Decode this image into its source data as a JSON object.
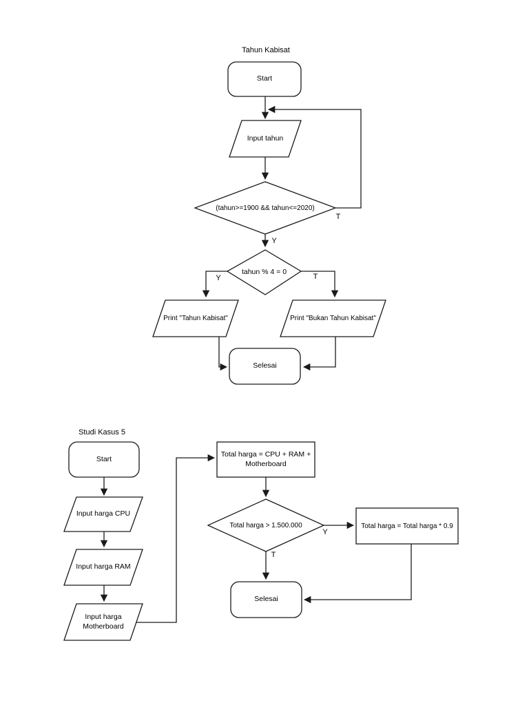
{
  "page": {
    "background": "#ffffff"
  },
  "colors": {
    "stroke": "#1a1a1a",
    "shape_fill": "#ffffff",
    "text": "#000000"
  },
  "flowchart1": {
    "title": "Tahun Kabisat",
    "nodes": {
      "start": "Start",
      "input_tahun": "Input tahun",
      "decision_range": "(tahun>=1900 && tahun<=2020)",
      "decision_mod": "tahun % 4 = 0",
      "print_kabisat": "Print \"Tahun Kabisat\"",
      "print_bukan": "Print \"Bukan Tahun Kabisat\"",
      "end": "Selesai"
    },
    "branch_labels": {
      "range_false": "T",
      "range_true": "Y",
      "mod_true": "Y",
      "mod_false": "T"
    }
  },
  "flowchart2": {
    "title": "Studi Kasus 5",
    "nodes": {
      "start": "Start",
      "input_cpu": "Input harga CPU",
      "input_ram": "Input harga RAM",
      "input_motherboard_line1": "Input harga",
      "input_motherboard_line2": "Motherboard",
      "process_total_line1": "Total harga = CPU + RAM +",
      "process_total_line2": "Motherboard",
      "decision_total": "Total harga > 1.500.000",
      "process_discount": "Total harga = Total harga * 0.9",
      "end": "Selesai"
    },
    "branch_labels": {
      "discount_true": "Y",
      "discount_false": "T"
    }
  }
}
